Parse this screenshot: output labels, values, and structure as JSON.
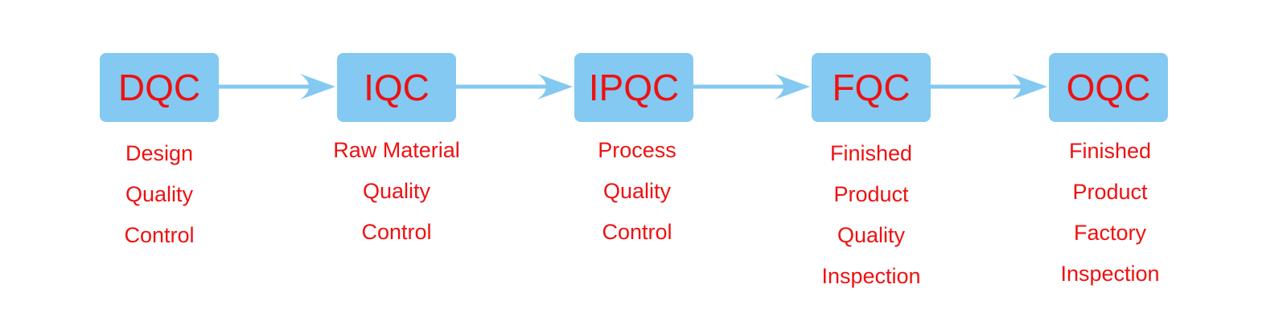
{
  "colors": {
    "box_fill": "#84c9f1",
    "arrow": "#84c9f1",
    "text": "#ee1111"
  },
  "stages": [
    {
      "code": "DQC",
      "lines": [
        "Design",
        "Quality",
        "Control"
      ]
    },
    {
      "code": "IQC",
      "lines": [
        "Raw Material",
        "Quality",
        "Control"
      ]
    },
    {
      "code": "IPQC",
      "lines": [
        "Process",
        "Quality",
        "Control"
      ]
    },
    {
      "code": "FQC",
      "lines": [
        "Finished",
        "Product",
        "Quality",
        "Inspection"
      ]
    },
    {
      "code": "OQC",
      "lines": [
        "Finished",
        "Product",
        "Factory",
        "Inspection"
      ]
    }
  ]
}
